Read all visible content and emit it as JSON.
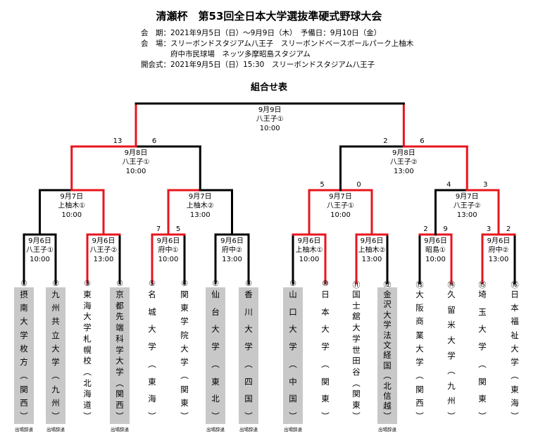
{
  "title": "清瀬杯　第53回全日本大学選抜準硬式野球大会",
  "info_lines": [
    "会　期：2021年9月5日（日）〜9月9日（木）　予備日：9月10日（金）",
    "会　場：スリーボンドスタジアム八王子　スリーボンドベースボールパーク上柚木",
    "　　　　府中市民球場　ネッツ多摩昭島スタジアム",
    "開会式：2021年9月5日（日）15:30　スリーボンドスタジアム八王子"
  ],
  "subtitle": "組合せ表",
  "final": {
    "lines": [
      "9月9日",
      "八王子①",
      "10:00"
    ]
  },
  "semis": [
    {
      "lines": [
        "9月8日",
        "八王子①",
        "10:00"
      ],
      "score_left": "13",
      "score_right": "6"
    },
    {
      "lines": [
        "9月8日",
        "八王子②",
        "13:00"
      ],
      "score_left": "2",
      "score_right": "6"
    }
  ],
  "quarters": [
    {
      "lines": [
        "9月7日",
        "上柚木①",
        "10:00"
      ]
    },
    {
      "lines": [
        "9月7日",
        "上柚木②",
        "13:00"
      ]
    },
    {
      "lines": [
        "9月7日",
        "八王子①",
        "10:00"
      ],
      "score_left": "5",
      "score_right": "0"
    },
    {
      "lines": [
        "9月7日",
        "八王子②",
        "13:00"
      ],
      "score_left": "4",
      "score_right": "3"
    }
  ],
  "first_round": [
    {
      "lines": [
        "9月6日",
        "八王子①",
        "10:00"
      ]
    },
    {
      "lines": [
        "9月6日",
        "八王子②",
        "13:00"
      ]
    },
    {
      "lines": [
        "9月6日",
        "府中①",
        "10:00"
      ],
      "score_left": "7",
      "score_right": "5"
    },
    {
      "lines": [
        "9月6日",
        "府中②",
        "13:00"
      ]
    },
    {
      "lines": [
        "9月6日",
        "上柚木①",
        "10:00"
      ]
    },
    {
      "lines": [
        "9月6日",
        "上柚木②",
        "13:00"
      ]
    },
    {
      "lines": [
        "9月6日",
        "昭島①",
        "10:00"
      ],
      "score_left": "2",
      "score_right": "9"
    },
    {
      "lines": [
        "9月6日",
        "府中②",
        "13:00"
      ],
      "score_left": "3",
      "score_right": "2"
    }
  ],
  "teams": [
    {
      "num": "①",
      "name": "摂南大学枚方",
      "region": "（関西）",
      "note": "出場辞退"
    },
    {
      "num": "②",
      "name": "九州共立大学",
      "region": "（九州）",
      "note": "出場辞退"
    },
    {
      "num": "③",
      "name": "東海大学札幌校",
      "region": "（北海道）",
      "note": ""
    },
    {
      "num": "④",
      "name": "京都先端科学大学",
      "region": "（関西）",
      "note": "出場辞退"
    },
    {
      "num": "⑤",
      "name": "名城大学",
      "region": "（東海）",
      "note": ""
    },
    {
      "num": "⑥",
      "name": "関東学院大学",
      "region": "（関東）",
      "note": ""
    },
    {
      "num": "⑦",
      "name": "仙台大学",
      "region": "（東北）",
      "note": "出場辞退"
    },
    {
      "num": "⑧",
      "name": "香川大学",
      "region": "（四国）",
      "note": "出場辞退"
    },
    {
      "num": "⑨",
      "name": "山口大学",
      "region": "（中国）",
      "note": "出場辞退"
    },
    {
      "num": "⑩",
      "name": "日本大学",
      "region": "（関東）",
      "note": ""
    },
    {
      "num": "⑪",
      "name": "国士舘大学世田谷",
      "region": "（関東）",
      "note": ""
    },
    {
      "num": "⑫",
      "name": "金沢大学法文経国",
      "region": "（北信越）",
      "note": "出場辞退"
    },
    {
      "num": "⑬",
      "name": "大阪商業大学",
      "region": "（関西）",
      "note": ""
    },
    {
      "num": "⑭",
      "name": "久留米大学",
      "region": "（九州）",
      "note": ""
    },
    {
      "num": "⑮",
      "name": "埼玉大学",
      "region": "（関東）",
      "note": ""
    },
    {
      "num": "⑯",
      "name": "日本福祉大学",
      "region": "（東海）",
      "note": ""
    }
  ],
  "colors": {
    "winner_line": "#e8141e",
    "line": "#000000",
    "withdrawn_bg": "#c8c8c8"
  }
}
